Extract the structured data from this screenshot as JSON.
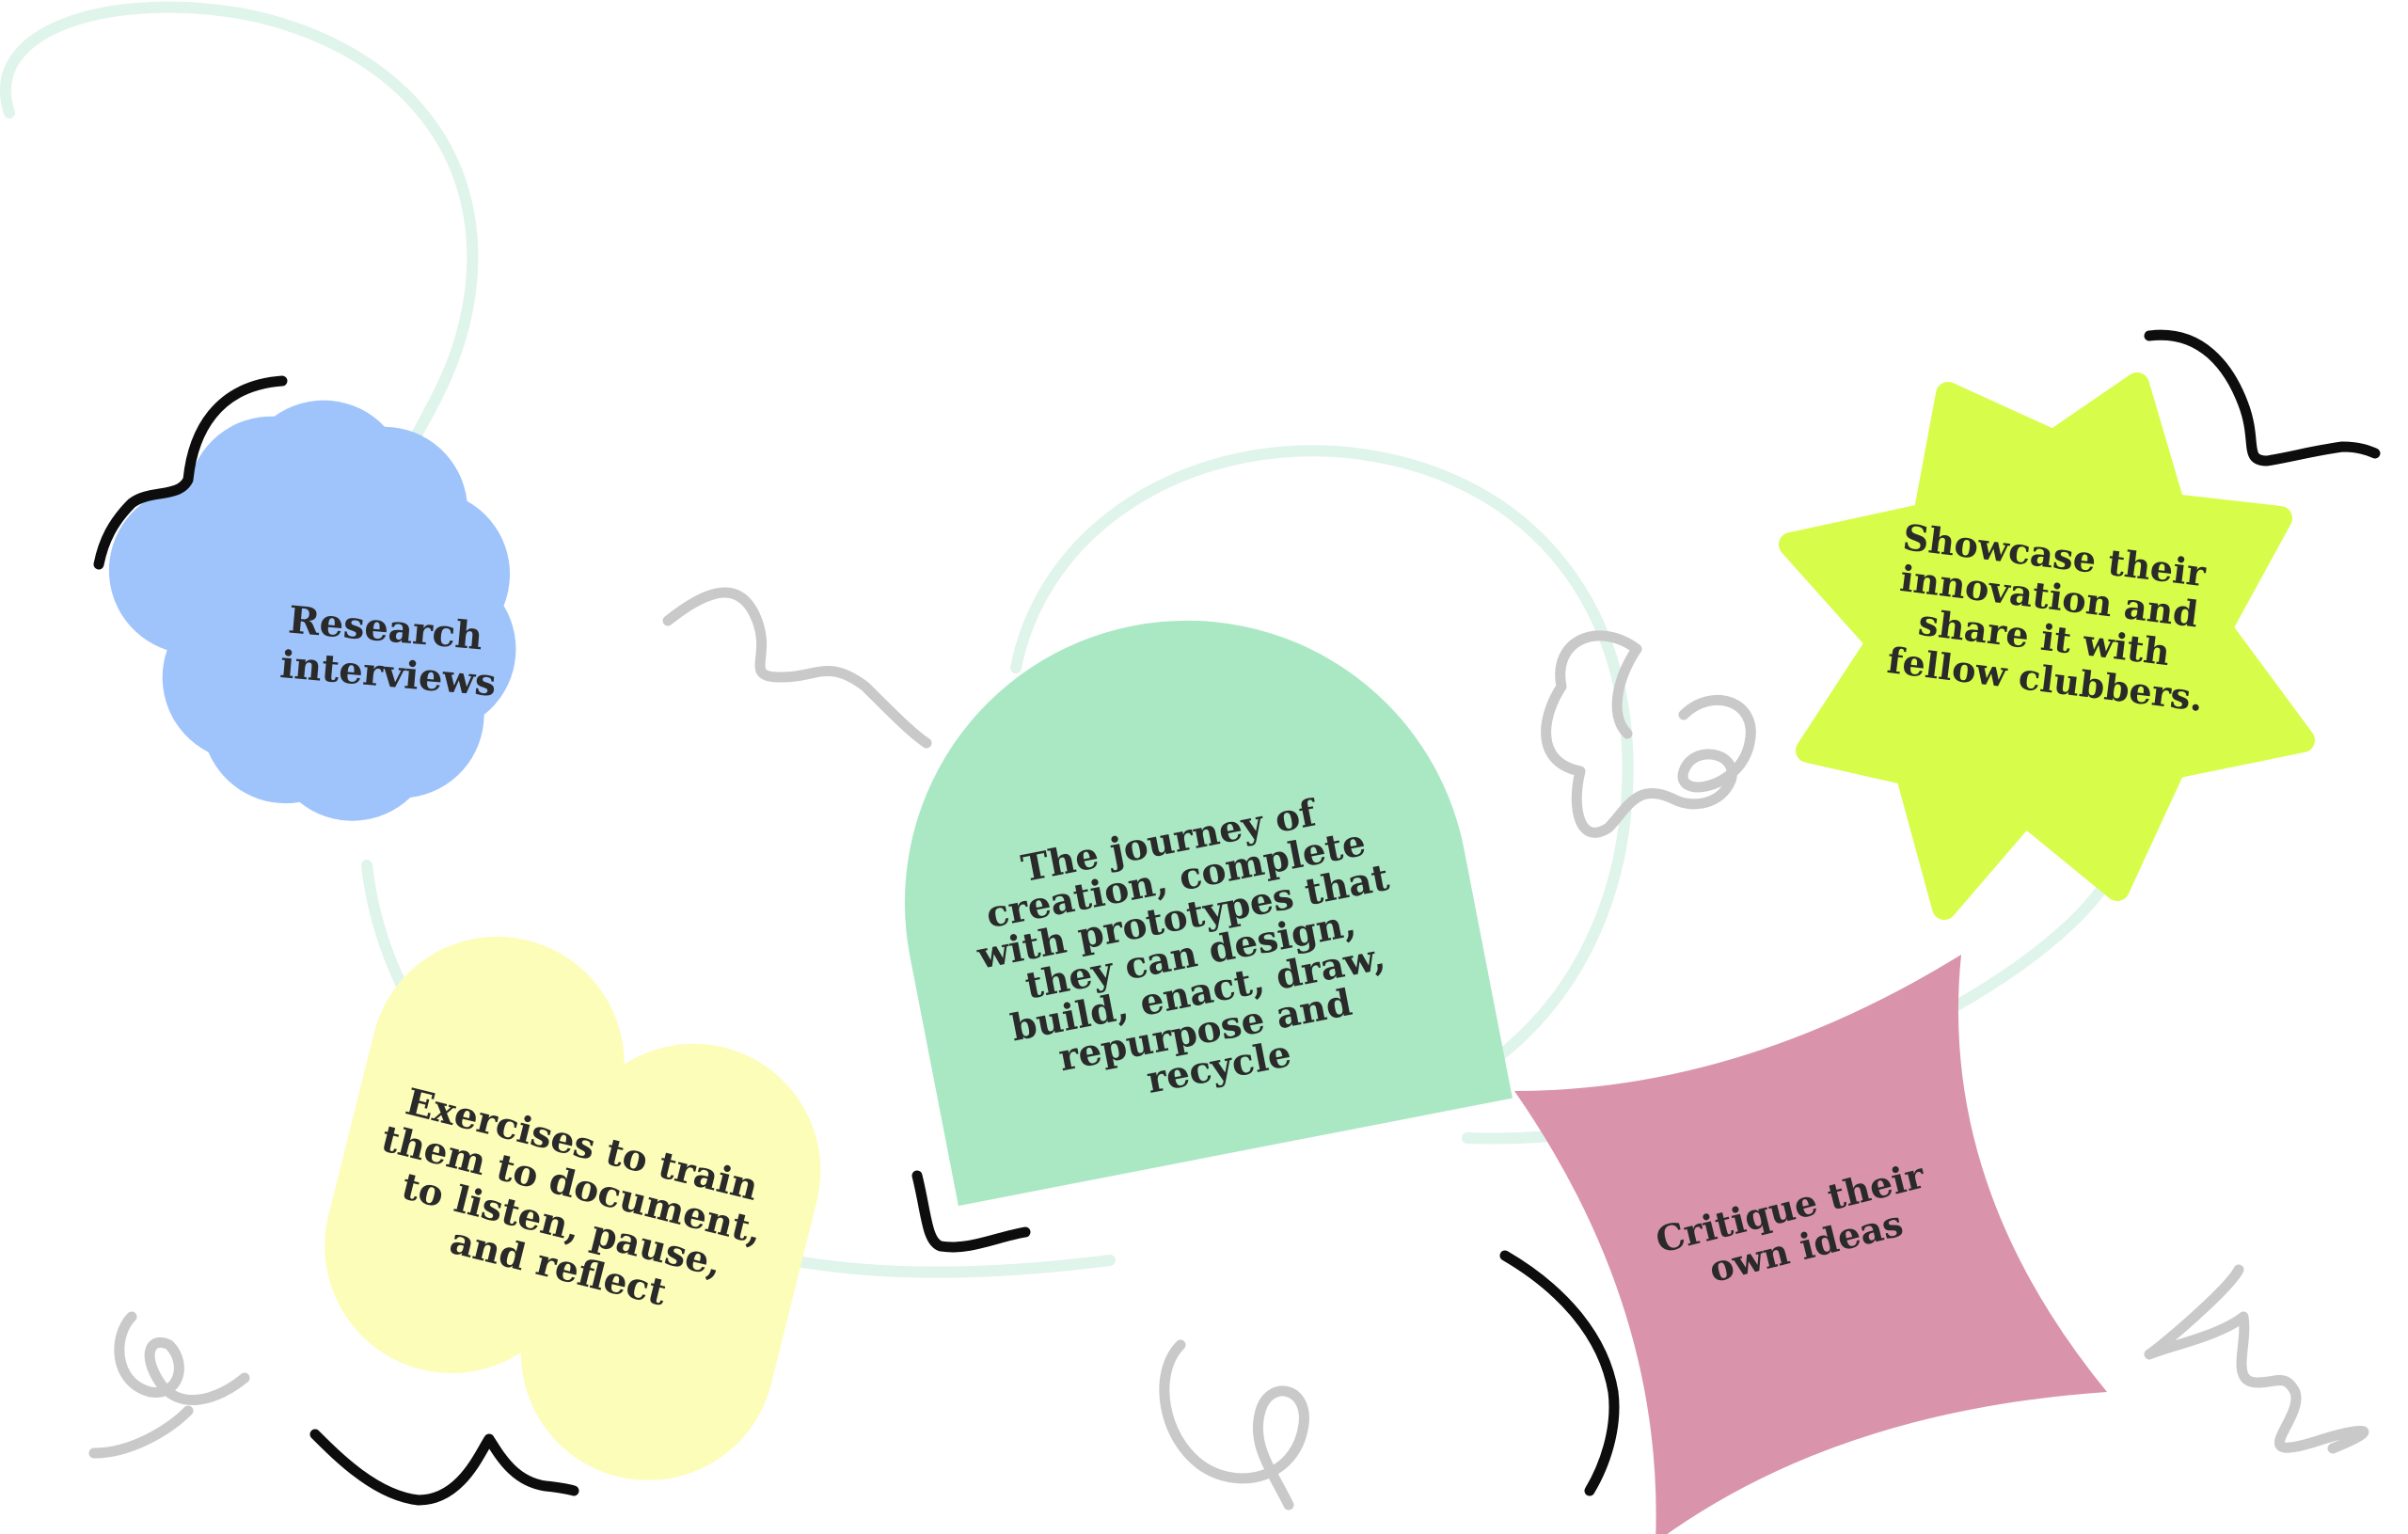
{
  "colors": {
    "flower": "#9fc4fb",
    "arch": "#aae8c4",
    "star": "#d7fd4a",
    "pill": "#fcfdb9",
    "sparkle": "#d994ac",
    "connector": "#dff4ea",
    "scribble_black": "#0d0d0d",
    "scribble_grey": "#c9c9c9",
    "text": "#2a2a2a"
  },
  "nodes": {
    "research": {
      "shape": "flower",
      "lines": [
        "Research",
        "interviews"
      ]
    },
    "journey": {
      "shape": "arch",
      "lines": [
        "The journey of",
        "creation, complete",
        "with prototypes that",
        "they can design,",
        "build, enact, draw,",
        "repurpose and",
        "recycle"
      ]
    },
    "showcase": {
      "shape": "star",
      "lines": [
        "Showcase their",
        "innovation and",
        "share it with",
        "fellow clubbers."
      ]
    },
    "exercises": {
      "shape": "double-pill",
      "lines": [
        "Exercises to train",
        "them to document,",
        "to listen, pause,",
        "and reflect"
      ]
    },
    "critique": {
      "shape": "four-point-star",
      "lines": [
        "Critique their",
        "own ideas"
      ]
    }
  }
}
